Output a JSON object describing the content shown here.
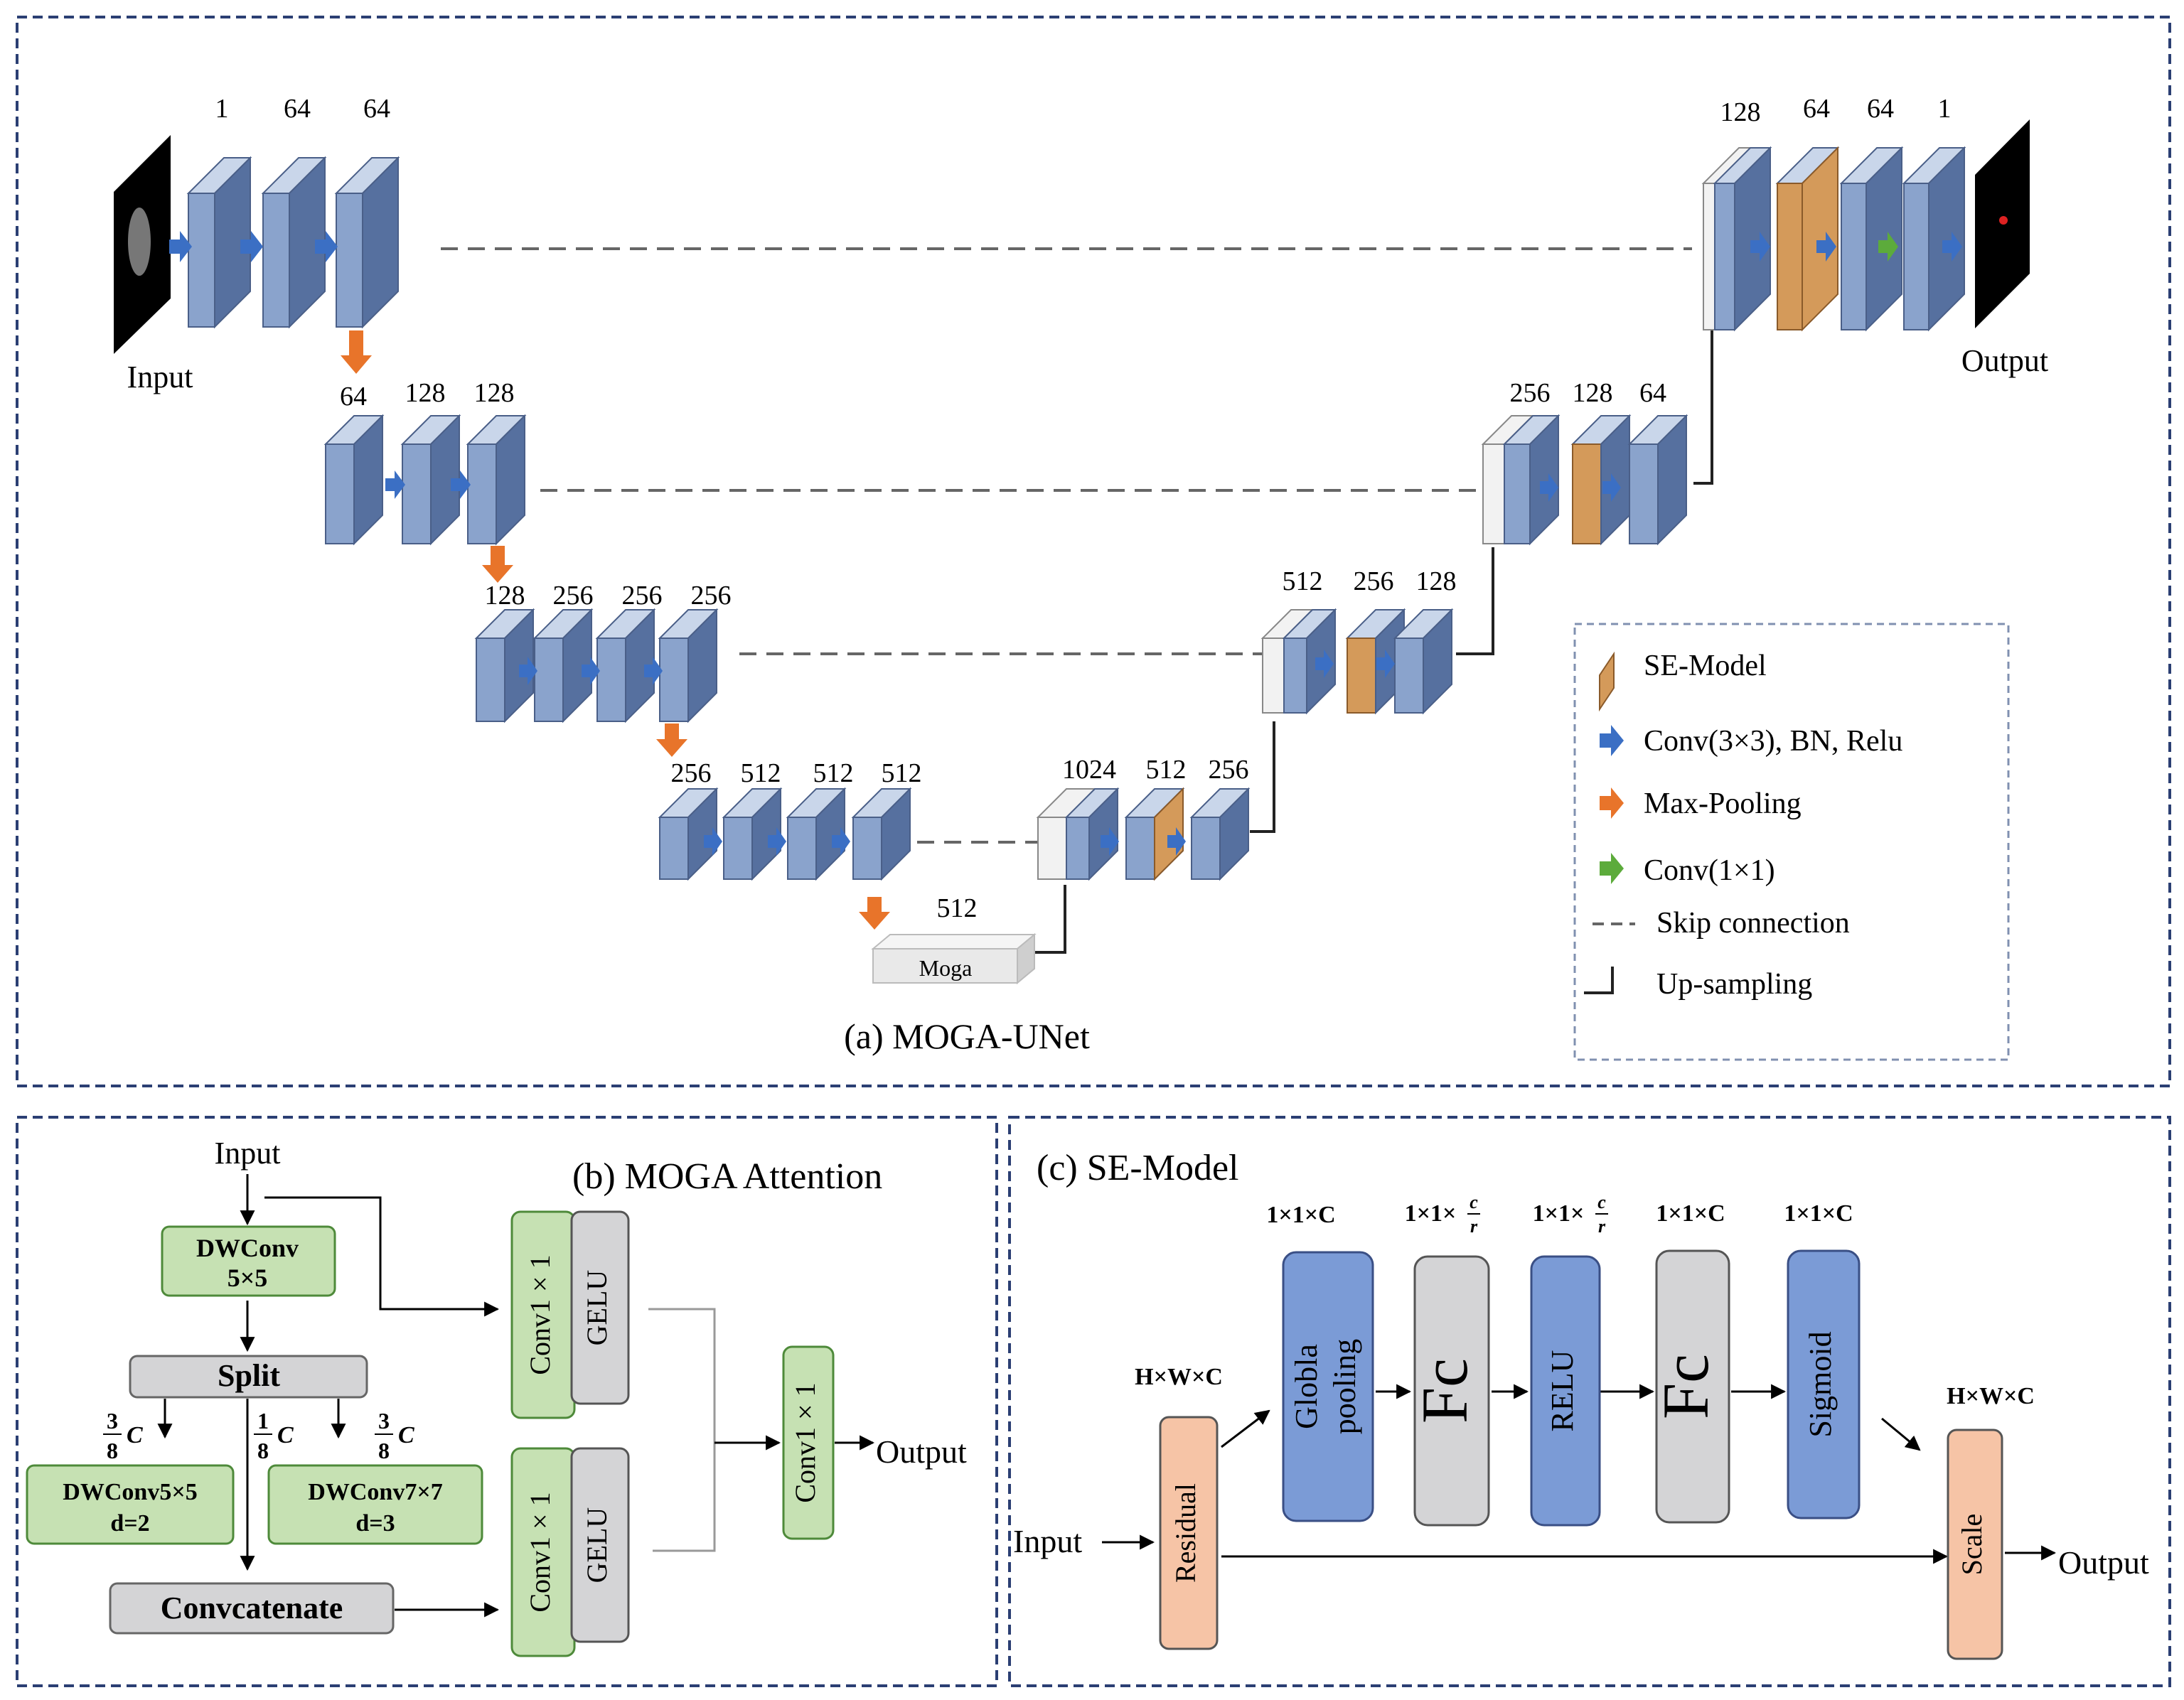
{
  "panel_a": {
    "title": "(a) MOGA-UNet",
    "input_label": "Input",
    "output_label": "Output",
    "moga_block_label": "Moga",
    "bottleneck_channels": "512",
    "encoder_level1": [
      "1",
      "64",
      "64"
    ],
    "encoder_level2": [
      "64",
      "128",
      "128"
    ],
    "encoder_level3": [
      "128",
      "256",
      "256",
      "256"
    ],
    "encoder_level4": [
      "256",
      "512",
      "512",
      "512"
    ],
    "decoder_level4": [
      "1024",
      "512",
      "256"
    ],
    "decoder_level3": [
      "512",
      "256",
      "128"
    ],
    "decoder_level2": [
      "256",
      "128",
      "64"
    ],
    "decoder_level1": [
      "128",
      "64",
      "64",
      "1"
    ],
    "legend": {
      "se_model": "SE-Model",
      "conv3": "Conv(3×3), BN, Relu",
      "maxpool": "Max-Pooling",
      "conv1": "Conv(1×1)",
      "skip": "Skip connection",
      "upsampling": "Up-sampling"
    }
  },
  "panel_b": {
    "title": "(b) MOGA Attention",
    "input_label": "Input",
    "dwconv5_line1": "DWConv",
    "dwconv5_line2": "5×5",
    "split_label": "Split",
    "frac_left_num": "3",
    "frac_left_den": "8",
    "frac_mid_num": "1",
    "frac_mid_den": "8",
    "frac_right_num": "3",
    "frac_right_den": "8",
    "frac_c": "C",
    "dwconv5d2_line1": "DWConv5×5",
    "dwconv5d2_line2": "d=2",
    "dwconv7d3_line1": "DWConv7×7",
    "dwconv7d3_line2": "d=3",
    "concat_label": "Convcatenate",
    "conv1x1_label": "Conv1 × 1",
    "gelu_label": "GELU",
    "output_label": "Output"
  },
  "panel_c": {
    "title": "(c) SE-Model",
    "input_label": "Input",
    "output_label": "Output",
    "residual_label": "Residual",
    "global_pooling_line1": "Globla",
    "global_pooling_line2": "pooling",
    "fc_label": "Fc",
    "relu_label": "RELU",
    "sigmoid_label": "Sigmoid",
    "scale_label": "Scale",
    "dim_hwc": "H×W×C",
    "dim_11c": "1×1×C",
    "dim_11_prefix": "1×1×",
    "dim_frac_num": "c",
    "dim_frac_den": "r"
  },
  "colors": {
    "frame_border": "#2b3f73",
    "block_front": "#8aa3cc",
    "block_side": "#56709f",
    "block_top": "#c9d6ea",
    "se_fill": "#d49a5a",
    "conv_arrow": "#3b6fc4",
    "pool_arrow": "#e8742a",
    "conv1_arrow": "#5cab3b",
    "green_box": "#c6e1b3",
    "green_border": "#4e8a3a",
    "gray_box": "#d4d4d6",
    "blue_box": "#7b9bd6",
    "orange_box": "#f6c4a6"
  }
}
